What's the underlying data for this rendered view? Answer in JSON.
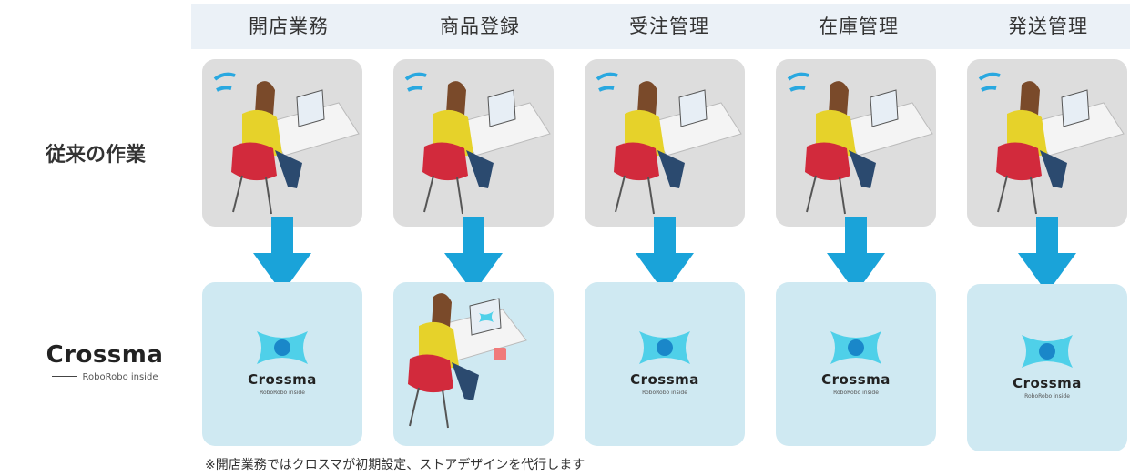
{
  "columns": [
    "開店業務",
    "商品登録",
    "受注管理",
    "在庫管理",
    "発送管理"
  ],
  "rows": {
    "traditional_label": "従来の作業",
    "crossma_label": "Crossma",
    "crossma_sublabel": "RoboRobo inside"
  },
  "card_logo": {
    "wordmark": "Crossma",
    "sub": "RoboRobo inside"
  },
  "footnote": "※開店業務ではクロスマが初期設定、ストアデザインを代行します",
  "colors": {
    "header_band": "#ebf1f7",
    "gray_card": "#dddddd",
    "blue_card": "#cfe9f2",
    "arrow": "#1aa3d9",
    "logo_light": "#4fd0e9",
    "logo_dark": "#1a87c9"
  }
}
